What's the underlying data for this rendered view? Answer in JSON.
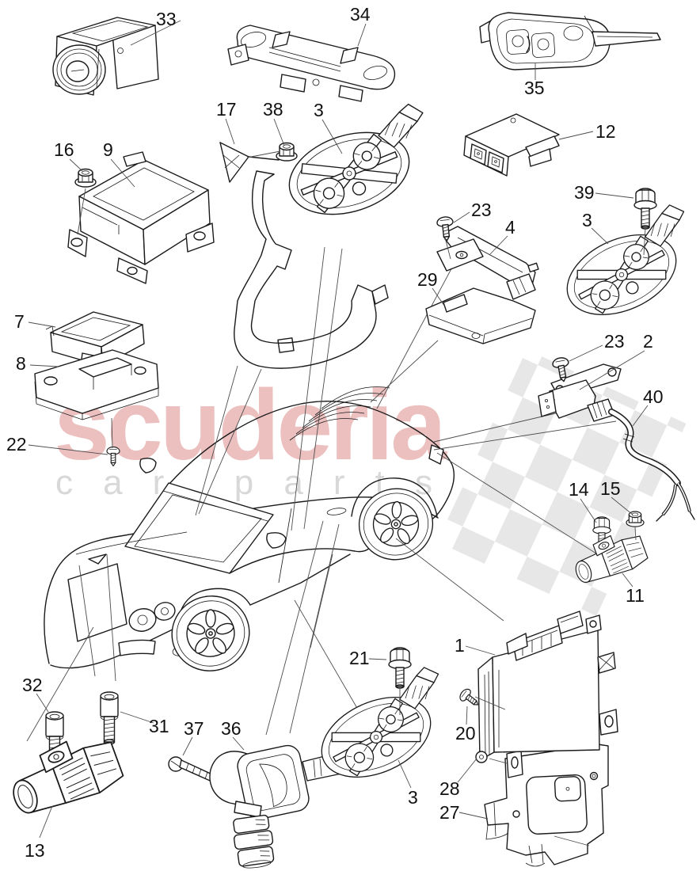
{
  "page": {
    "background": "#ffffff",
    "line_color": "#1a1a1a"
  },
  "watermark": {
    "brand": "scuderia",
    "tagline": "car parts",
    "brand_color": "#edc0c0",
    "tagline_color": "#d8d8d8",
    "checker_color": "#e7e7e7"
  },
  "callouts": [
    {
      "label": "33",
      "part": "sensor-camera"
    },
    {
      "label": "34",
      "part": "interior-monitoring-sensor"
    },
    {
      "label": "35",
      "part": "remote-key-fob"
    },
    {
      "label": "16",
      "part": "hex-nut"
    },
    {
      "label": "9",
      "part": "airbag-control-unit"
    },
    {
      "label": "17",
      "part": "mounting-bracket"
    },
    {
      "label": "38",
      "part": "hex-nut"
    },
    {
      "label": "3",
      "part": "alarm-siren"
    },
    {
      "label": "12",
      "part": "control-unit"
    },
    {
      "label": "23",
      "part": "screw"
    },
    {
      "label": "4",
      "part": "antenna-amplifier"
    },
    {
      "label": "29",
      "part": "antenna-bracket"
    },
    {
      "label": "39",
      "part": "flange-bolt"
    },
    {
      "label": "3",
      "part": "alarm-siren"
    },
    {
      "label": "7",
      "part": "tilt-sensor"
    },
    {
      "label": "8",
      "part": "sensor-bracket"
    },
    {
      "label": "22",
      "part": "screw"
    },
    {
      "label": "23",
      "part": "screw"
    },
    {
      "label": "2",
      "part": "antenna-module"
    },
    {
      "label": "40",
      "part": "wiring-harness"
    },
    {
      "label": "14",
      "part": "flange-bolt"
    },
    {
      "label": "15",
      "part": "hex-nut"
    },
    {
      "label": "11",
      "part": "crash-sensor"
    },
    {
      "label": "1",
      "part": "control-unit"
    },
    {
      "label": "20",
      "part": "screw"
    },
    {
      "label": "28",
      "part": "clip-nut"
    },
    {
      "label": "27",
      "part": "mounting-bracket"
    },
    {
      "label": "32",
      "part": "socket-head-bolt"
    },
    {
      "label": "31",
      "part": "socket-head-bolt"
    },
    {
      "label": "13",
      "part": "crash-sensor"
    },
    {
      "label": "37",
      "part": "self-tapping-screw"
    },
    {
      "label": "36",
      "part": "pressure-sensor"
    },
    {
      "label": "21",
      "part": "flange-bolt"
    },
    {
      "label": "3",
      "part": "alarm-siren"
    }
  ]
}
